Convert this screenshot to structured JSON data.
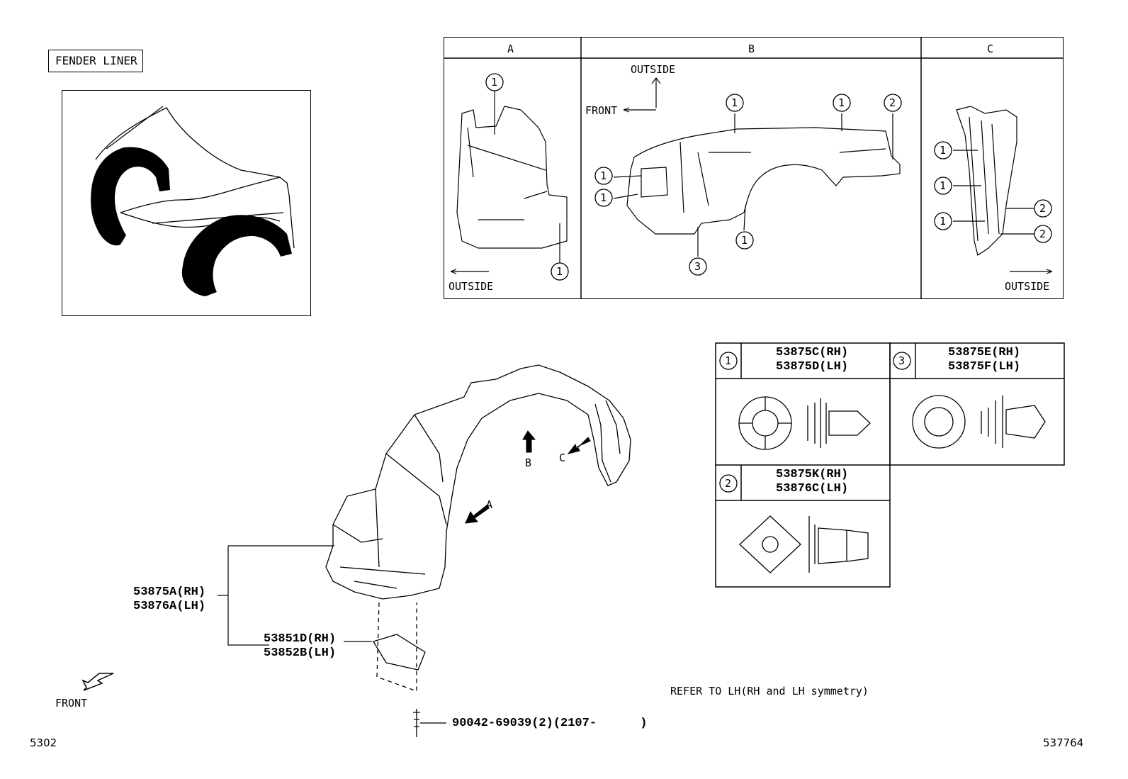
{
  "colors": {
    "ink": "#000000",
    "paper": "#ffffff"
  },
  "overview": {
    "title": "FENDER LINER"
  },
  "views": {
    "a": {
      "header": "A",
      "outside": "OUTSIDE",
      "callouts": [
        "1",
        "1"
      ]
    },
    "b": {
      "header": "B",
      "outside": "OUTSIDE",
      "front": "FRONT",
      "callouts": [
        "1",
        "1",
        "2",
        "1",
        "1",
        "1",
        "3"
      ]
    },
    "c": {
      "header": "C",
      "outside": "OUTSIDE",
      "callouts": [
        "1",
        "1",
        "1",
        "2",
        "2"
      ]
    }
  },
  "clips": {
    "c1": {
      "marker": "1",
      "rh": "53875C(RH)",
      "lh": "53875D(LH)"
    },
    "c3": {
      "marker": "3",
      "rh": "53875E(RH)",
      "lh": "53875F(LH)"
    },
    "c2": {
      "marker": "2",
      "rh": "53875K(RH)",
      "lh": "53876C(LH)"
    }
  },
  "parts": {
    "liner_rh": "53875A(RH)",
    "liner_lh": "53876A(LH)",
    "seal_rh": "53851D(RH)",
    "seal_lh": "53852B(LH)",
    "bolt": "90042-69039(2)(2107-      )"
  },
  "arrows": {
    "a": "A",
    "b": "B",
    "c": "C"
  },
  "note": "REFER TO LH(RH and LH symmetry)",
  "front_label": "FRONT",
  "page_code_left": "5302",
  "page_code_right": "537764"
}
